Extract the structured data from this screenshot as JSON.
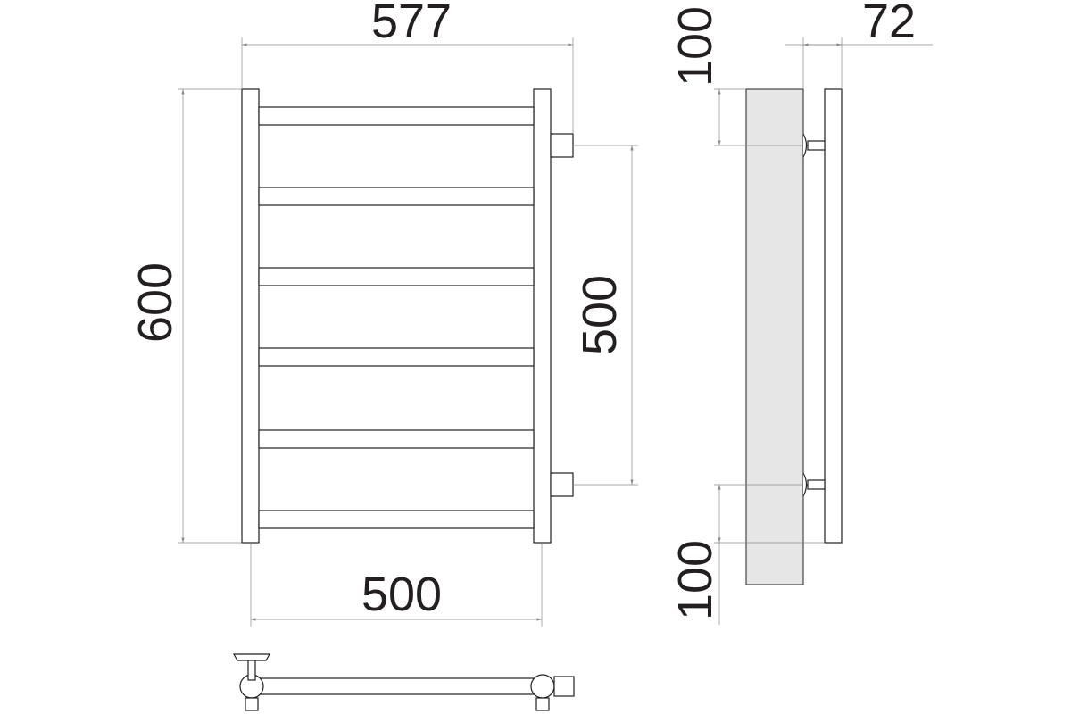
{
  "dimensions": {
    "overall_width": "577",
    "overall_height": "600",
    "connection_spacing": "500",
    "rail_width": "500",
    "top_offset": "100",
    "bottom_offset": "100",
    "depth": "72"
  },
  "colors": {
    "line": "#231f20",
    "dimension_line": "#8a8a8a",
    "wall": "#e6e6e6",
    "background": "#ffffff"
  }
}
